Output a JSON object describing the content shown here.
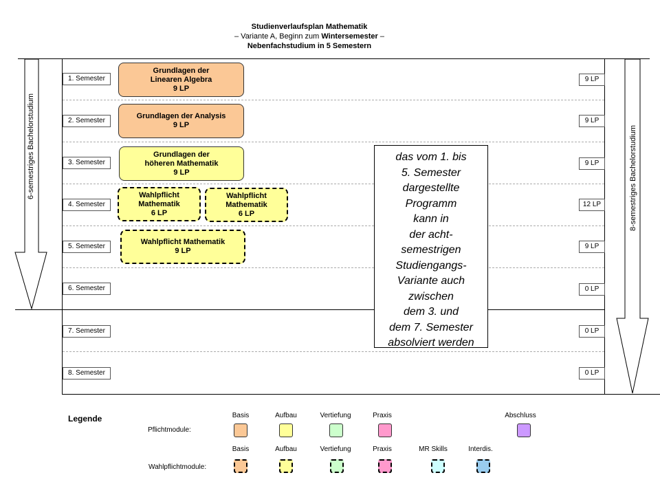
{
  "title": {
    "line1": "Studienverlaufsplan Mathematik",
    "line2_prefix": "– Variante A, Beginn zum ",
    "line2_bold": "Wintersemester",
    "line2_suffix": " –",
    "line3": "Nebenfachstudium in 5 Semestern"
  },
  "left_arrow_label": "6-semestriges Bachelorstudium",
  "right_arrow_label": "8-semestriges Bachelorstudium",
  "semesters": [
    {
      "label": "1. Semester",
      "lp": "9 LP"
    },
    {
      "label": "2. Semester",
      "lp": "9 LP"
    },
    {
      "label": "3. Semester",
      "lp": "9 LP"
    },
    {
      "label": "4. Semester",
      "lp": "12 LP"
    },
    {
      "label": "5. Semester",
      "lp": "9 LP"
    },
    {
      "label": "6. Semester",
      "lp": "0 LP"
    },
    {
      "label": "7. Semester",
      "lp": "0 LP"
    },
    {
      "label": "8. Semester",
      "lp": "0 LP"
    }
  ],
  "modules": {
    "m1": {
      "line1": "Grundlagen  der",
      "line2": "Linearen Algebra",
      "line3": "9 LP"
    },
    "m2": {
      "line1": "Grundlagen  der Analysis",
      "line2": "9 LP"
    },
    "m3": {
      "line1": "Grundlagen  der",
      "line2": "höheren Mathematik",
      "line3": "9 LP"
    },
    "m4a": {
      "line1": "Wahlpflicht",
      "line2": "Mathematik",
      "line3": "6 LP"
    },
    "m4b": {
      "line1": "Wahlpflicht",
      "line2": "Mathematik",
      "line3": "6 LP"
    },
    "m5": {
      "line1": "Wahlpflicht Mathematik",
      "line2": "9 LP"
    }
  },
  "note_lines": [
    "das vom 1. bis",
    "5. Semester",
    "dargestellte",
    "Programm",
    "kann in",
    "der acht-",
    "semestrigen",
    "Studiengangs-",
    "Variante auch",
    "zwischen",
    "dem 3. und",
    "dem 7. Semester",
    "absolviert werden"
  ],
  "legend": {
    "heading": "Legende",
    "pflicht_label": "Pflichtmodule:",
    "wahl_label": "Wahlpflichtmodule:",
    "pflicht_cats": [
      {
        "name": "Basis",
        "color": "#fbc896"
      },
      {
        "name": "Aufbau",
        "color": "#ffff99"
      },
      {
        "name": "Vertiefung",
        "color": "#ccffcc"
      },
      {
        "name": "Praxis",
        "color": "#ff99cc"
      },
      {
        "name": "Abschluss",
        "color": "#cc99ff"
      }
    ],
    "wahl_cats": [
      {
        "name": "Basis",
        "color": "#fbc896"
      },
      {
        "name": "Aufbau",
        "color": "#ffff99"
      },
      {
        "name": "Vertiefung",
        "color": "#ccffcc"
      },
      {
        "name": "Praxis",
        "color": "#ff99cc"
      },
      {
        "name": "MR Skills",
        "color": "#ccffff"
      },
      {
        "name": "Interdis.",
        "color": "#99ccee"
      }
    ]
  }
}
